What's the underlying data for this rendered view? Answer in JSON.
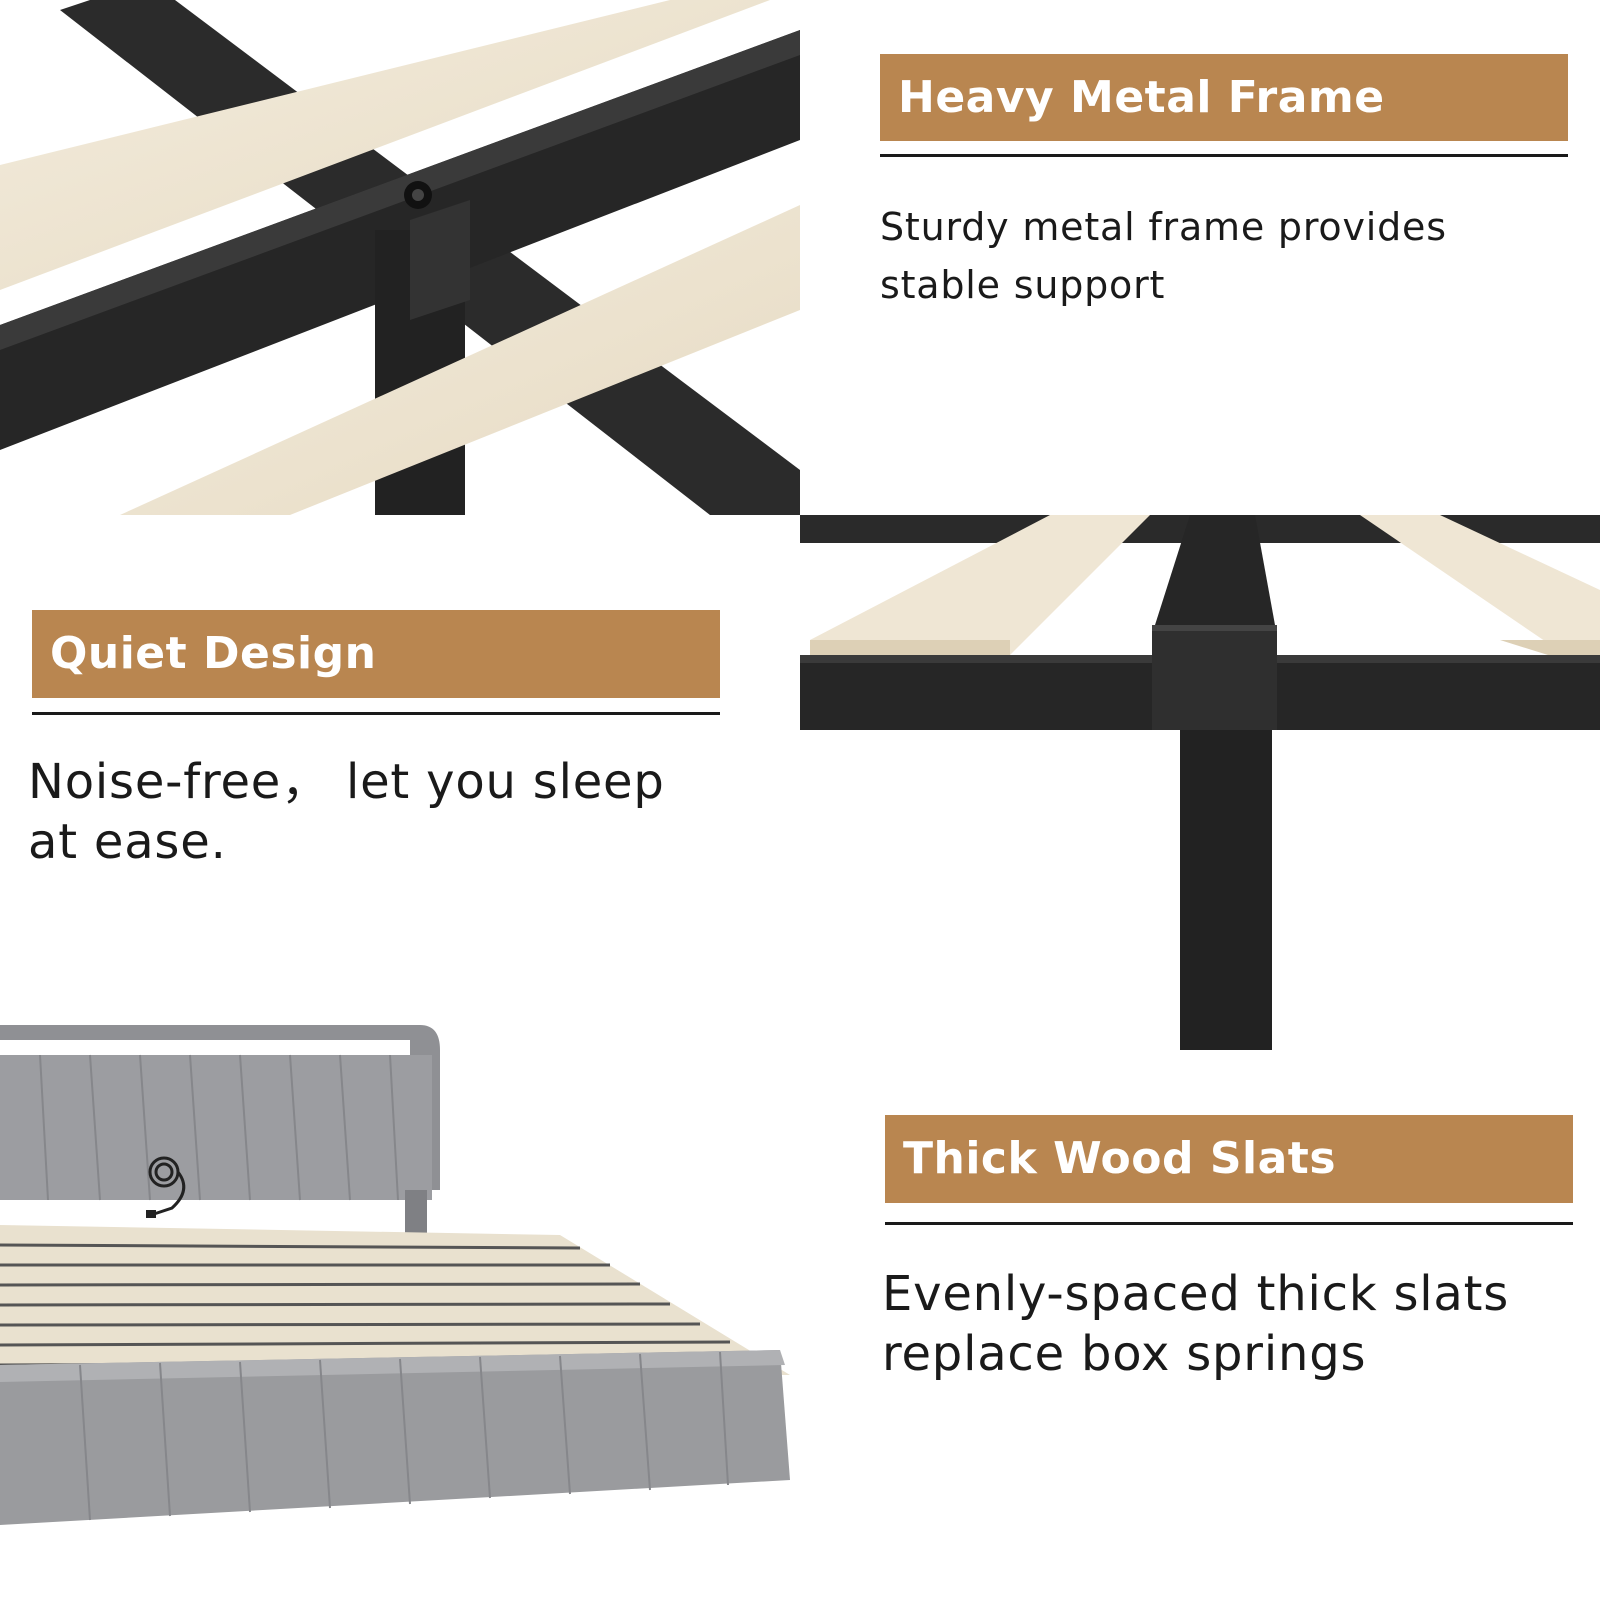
{
  "features": [
    {
      "title": "Heavy Metal Frame",
      "lines": [
        "Sturdy metal frame provides",
        "stable support"
      ]
    },
    {
      "title": "Quiet Design",
      "lines": [
        "Noise-free， let you sleep",
        "at ease."
      ]
    },
    {
      "title": "Thick Wood Slats",
      "lines": [
        "Evenly-spaced thick slats",
        "replace box springs"
      ]
    }
  ],
  "colors": {
    "banner": "#b98650",
    "frame_metal": "#2a2a2a",
    "wood_slat": "#efe6d4",
    "upholstery": "#9a9b9e"
  },
  "icons": {
    "power_cord": "power-cord-icon"
  }
}
